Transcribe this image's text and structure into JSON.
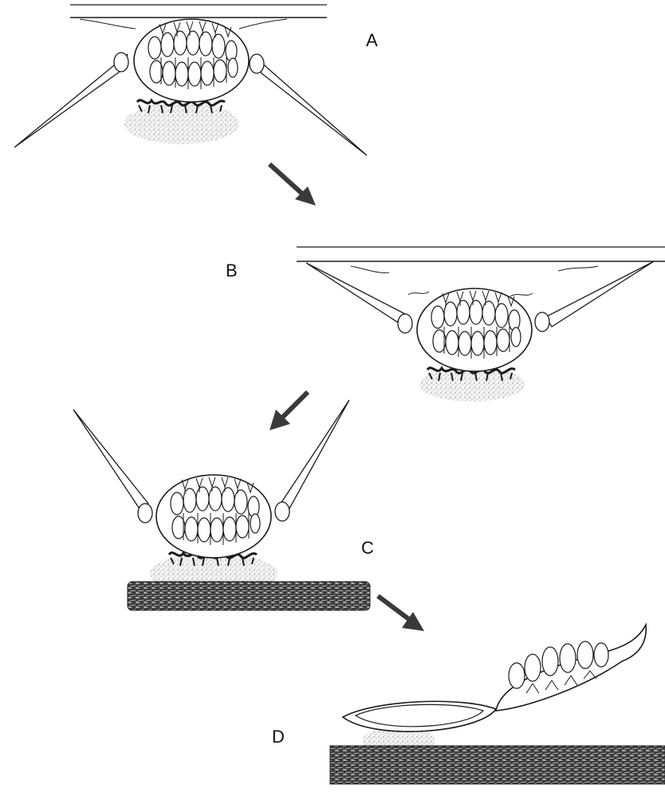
{
  "figure": {
    "labels": {
      "a": "A",
      "b": "B",
      "c": "C",
      "d": "D"
    },
    "colors": {
      "ink": "#1a1a1a",
      "arrow": "#3a3a3a",
      "substrate": "#2b2b2b",
      "stipple": "#8a8a8a"
    },
    "icons": {
      "arrows": "diagonal-down-arrow",
      "organism": "statoblast-capsule"
    }
  }
}
